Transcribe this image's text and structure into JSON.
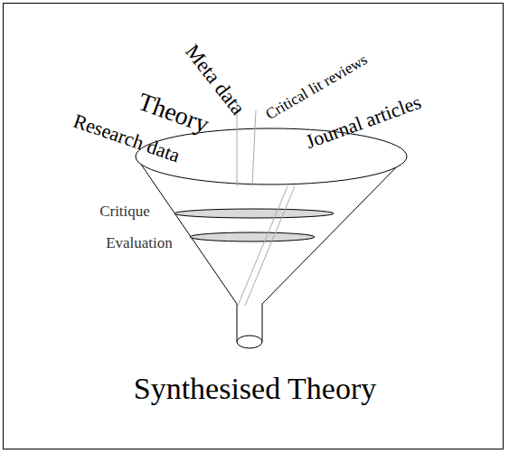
{
  "diagram": {
    "labels": [
      "Meta data",
      "Critical lit reviews",
      "Theory",
      "Journal articles",
      "Research data",
      "Critique",
      "Evaluation",
      "Synthesised Theory"
    ]
  }
}
